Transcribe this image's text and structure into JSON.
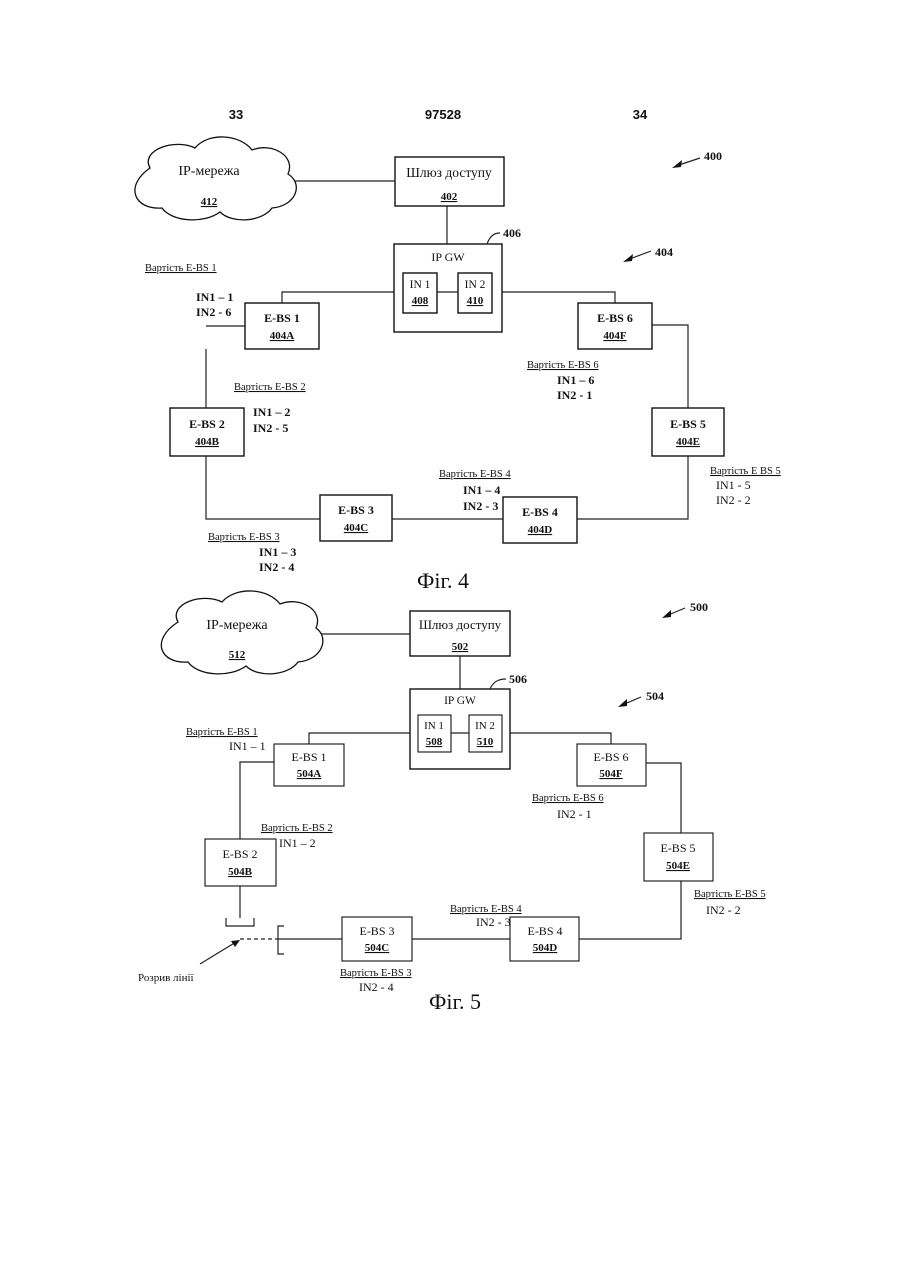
{
  "header": {
    "left": "33",
    "center": "97528",
    "right": "34"
  },
  "fig4": {
    "ref": "400",
    "ring_ref": "404",
    "gw_ref": "406",
    "cloud": {
      "title": "IP-мережа",
      "ref": "412"
    },
    "access": {
      "title": "Шлюз доступу",
      "ref": "402"
    },
    "ipgw": {
      "title": "IP GW",
      "in1": "IN 1",
      "in1_ref": "408",
      "in2": "IN 2",
      "in2_ref": "410"
    },
    "bs": [
      {
        "title": "E-BS 1",
        "ref": "404A"
      },
      {
        "title": "E-BS 2",
        "ref": "404B"
      },
      {
        "title": "E-BS 3",
        "ref": "404C"
      },
      {
        "title": "E-BS 4",
        "ref": "404D"
      },
      {
        "title": "E-BS 5",
        "ref": "404E"
      },
      {
        "title": "E-BS 6",
        "ref": "404F"
      }
    ],
    "costs": [
      {
        "label": "Вартість E-BS 1",
        "l1": "IN1 – 1",
        "l2": "IN2 - 6"
      },
      {
        "label": "Вартість E-BS 2",
        "l1": "IN1 – 2",
        "l2": "IN2 - 5"
      },
      {
        "label": "Вартість E-BS 3",
        "l1": "IN1 – 3",
        "l2": "IN2 - 4"
      },
      {
        "label": "Вартість E-BS 4",
        "l1": "IN1 – 4",
        "l2": "IN2 - 3"
      },
      {
        "label": "Вартість E BS 5",
        "l1": "IN1 - 5",
        "l2": "IN2 - 2"
      },
      {
        "label": "Вартість E-BS 6",
        "l1": "IN1 – 6",
        "l2": "IN2 - 1"
      }
    ],
    "caption": "Фіг. 4"
  },
  "fig5": {
    "ref": "500",
    "ring_ref": "504",
    "gw_ref": "506",
    "cloud": {
      "title": "IP-мережа",
      "ref": "512"
    },
    "access": {
      "title": "Шлюз доступу",
      "ref": "502"
    },
    "ipgw": {
      "title": "IP GW",
      "in1": "IN 1",
      "in1_ref": "508",
      "in2": "IN 2",
      "in2_ref": "510"
    },
    "bs": [
      {
        "title": "E-BS 1",
        "ref": "504A"
      },
      {
        "title": "E-BS 2",
        "ref": "504B"
      },
      {
        "title": "E-BS 3",
        "ref": "504C"
      },
      {
        "title": "E-BS 4",
        "ref": "504D"
      },
      {
        "title": "E-BS 5",
        "ref": "504E"
      },
      {
        "title": "E-BS 6",
        "ref": "504F"
      }
    ],
    "costs": [
      {
        "label": "Вартість E-BS 1",
        "l1": "IN1 – 1"
      },
      {
        "label": "Вартість E-BS 2",
        "l1": "IN1 – 2"
      },
      {
        "label": "Вартість E-BS 3",
        "l1": "IN2 - 4"
      },
      {
        "label": "Вартість E-BS 4",
        "l1": "IN2 - 3"
      },
      {
        "label": "Вартість E-BS 5",
        "l1": "IN2 - 2"
      },
      {
        "label": "Вартість E-BS 6",
        "l1": "IN2 - 1"
      }
    ],
    "break_label": "Розрив лінії",
    "caption": "Фіг. 5"
  }
}
